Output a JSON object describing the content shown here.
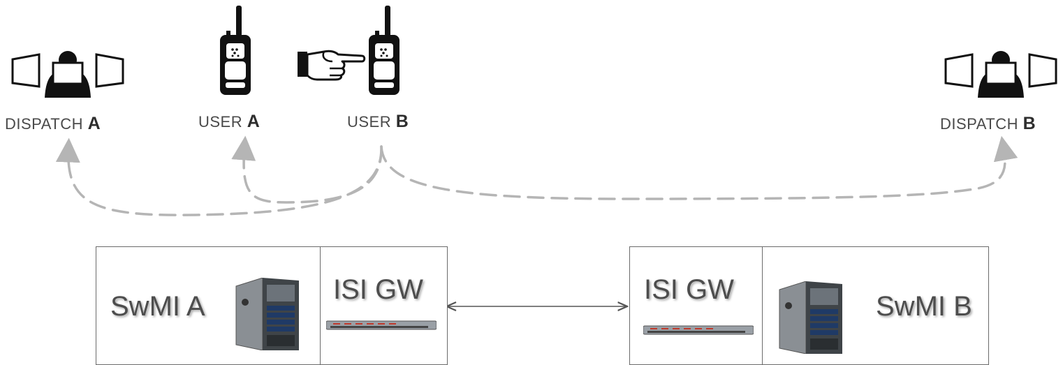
{
  "labels": {
    "dispatch_a": "DISPATCH",
    "dispatch_a_letter": "A",
    "user_a": "USER",
    "user_a_letter": "A",
    "user_b": "USER",
    "user_b_letter": "B",
    "dispatch_b": "DISPATCH",
    "dispatch_b_letter": "B"
  },
  "systems": {
    "swmi_a": "SwMI A",
    "isi_gw_a": "ISI GW",
    "isi_gw_b": "ISI GW",
    "swmi_b": "SwMI B"
  },
  "icons": [
    "dispatcher-icon",
    "radio-icon",
    "pointing-hand-icon",
    "server-tower-icon",
    "rack-server-icon"
  ],
  "colors": {
    "dashed_arrow": "#b5b5b5",
    "box_border": "#6b6b6b",
    "text": "#4d4d4d"
  }
}
